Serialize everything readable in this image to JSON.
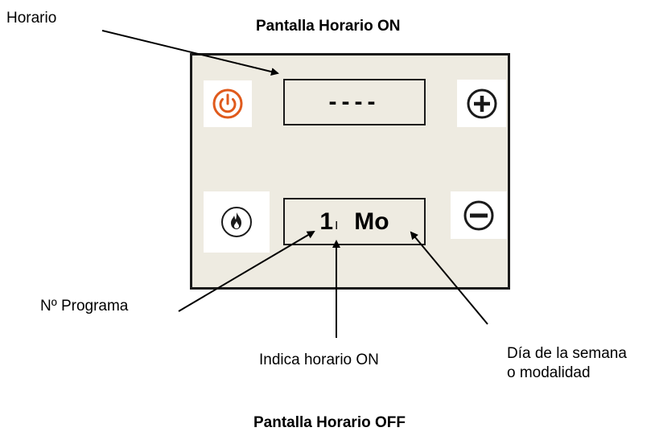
{
  "titles": {
    "top": "Pantalla Horario ON",
    "bottom": "Pantalla Horario OFF"
  },
  "callouts": {
    "horario": "Horario",
    "programa": "Nº Programa",
    "indica": "Indica horario ON",
    "dia_line1": "Día de la semana",
    "dia_line2": "o modalidad"
  },
  "display": {
    "top_text": "----",
    "program_number": "1",
    "on_marker": "I",
    "day": "Mo"
  },
  "icons": {
    "power": "power-icon",
    "plus": "plus-icon",
    "flame": "flame-icon",
    "minus": "minus-icon"
  },
  "colors": {
    "panel": "#eeebe1",
    "power_accent": "#e05a1c",
    "outline": "#1a1a1a"
  }
}
